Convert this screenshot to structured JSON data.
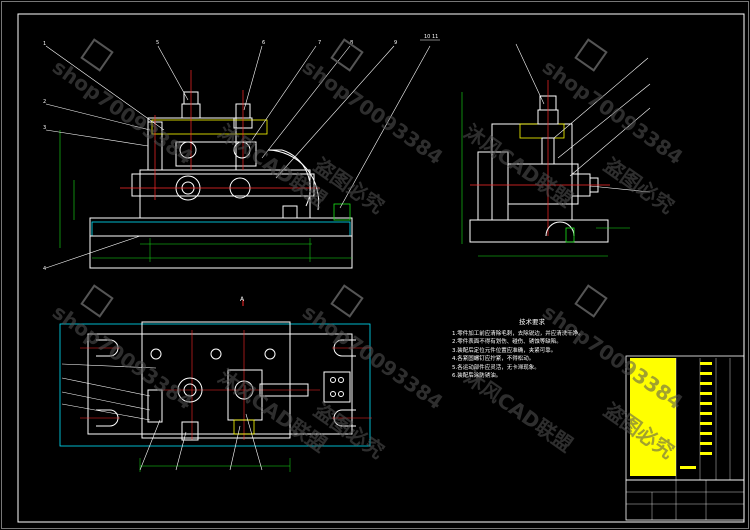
{
  "drawing": {
    "background": "#000000",
    "colors": {
      "outline": "#ffffff",
      "part_red": "#ff2a2a",
      "part_cyan": "#00e5ff",
      "part_yellow": "#ffff00",
      "part_green": "#19e619",
      "part_magenta": "#ff33ff",
      "watermark": "#606060"
    }
  },
  "watermark": {
    "lines": [
      "shop70093384",
      "沐风CAD联盟",
      "盗图必究"
    ]
  },
  "technical_requirements": {
    "title": "技术要求",
    "items": [
      "1.零件加工前应清除毛刺，去除锐边，并应清洗干净。",
      "2.零件表面不得有划伤、碰伤、锈蚀等缺陷。",
      "3.装配后定位元件位置应准确，夹紧可靠。",
      "4.各紧固螺钉应拧紧，不得松动。",
      "5.各运动部件应灵活，无卡滞现象。",
      "6.装配后涂防锈油。"
    ]
  },
  "title_block": {
    "company": "",
    "drawing_name": "",
    "scale": ""
  },
  "section_marks": {
    "top_view_mark": "A"
  }
}
